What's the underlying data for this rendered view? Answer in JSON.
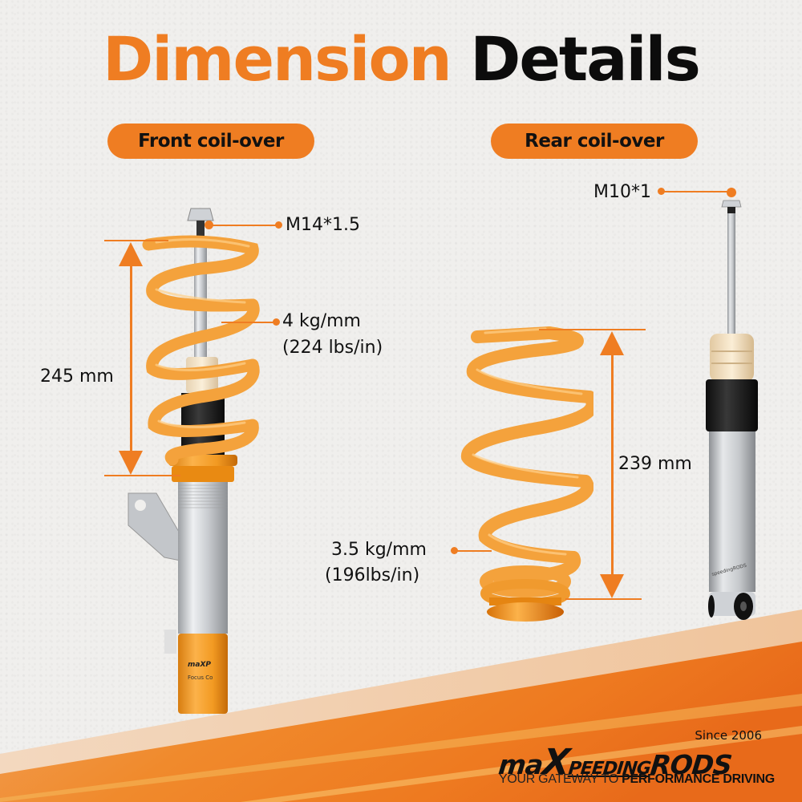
{
  "title": {
    "part1": "Dimension",
    "part2": "Details"
  },
  "colors": {
    "accent": "#ef7d22",
    "text": "#111111",
    "background": "#f0efed"
  },
  "front": {
    "label": "Front coil-over",
    "thread": "M14*1.5",
    "spring_rate": "4 kg/mm",
    "spring_rate_imperial": "(224 lbs/in)",
    "height": "245 mm"
  },
  "rear": {
    "label": "Rear coil-over",
    "thread": "M10*1",
    "spring_rate": "3.5 kg/mm",
    "spring_rate_imperial": "(196lbs/in)",
    "height": "239 mm"
  },
  "brand": {
    "since": "Since 2006",
    "name_prefix": "ma",
    "name_x": "X",
    "name_middle": "PEEDING",
    "name_suffix": "RODS",
    "tagline_light": "YOUR GATEWAY TO ",
    "tagline_bold": "PERFORMANCE DRIVING"
  }
}
